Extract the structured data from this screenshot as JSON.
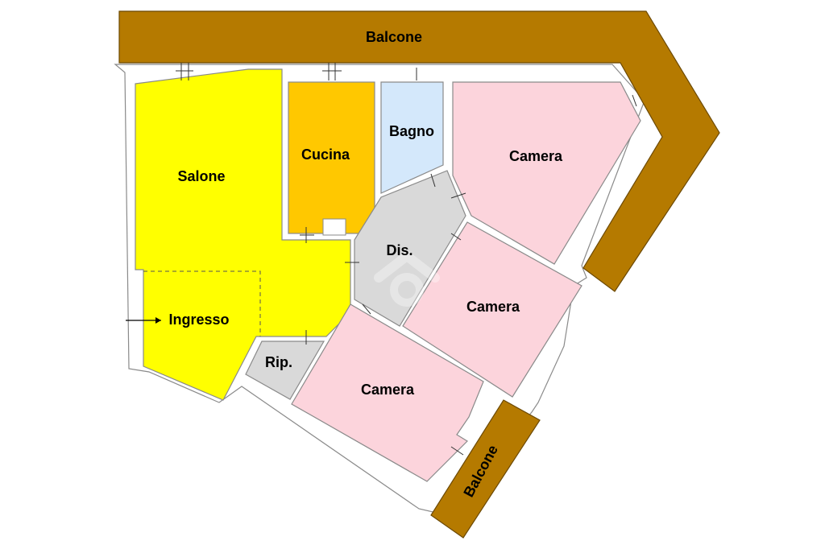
{
  "plan": {
    "colors": {
      "balcony": "#b57a00",
      "living": "#ffff00",
      "kitchen": "#ffc800",
      "bath": "#d4e8fb",
      "bedroom": "#fcd4dc",
      "service": "#d9d9d9",
      "wall": "#ffffff",
      "outline": "#8a8a8a"
    },
    "rooms": {
      "balcone_top": "Balcone",
      "balcone_bottom": "Balcone",
      "salone": "Salone",
      "cucina": "Cucina",
      "bagno": "Bagno",
      "camera_1": "Camera",
      "camera_2": "Camera",
      "camera_3": "Camera",
      "disimpegno": "Dis.",
      "ingresso": "Ingresso",
      "ripostiglio": "Rip."
    },
    "icons": {
      "entrance": "entrance-arrow-icon",
      "watermark": "logo-watermark-icon"
    }
  }
}
